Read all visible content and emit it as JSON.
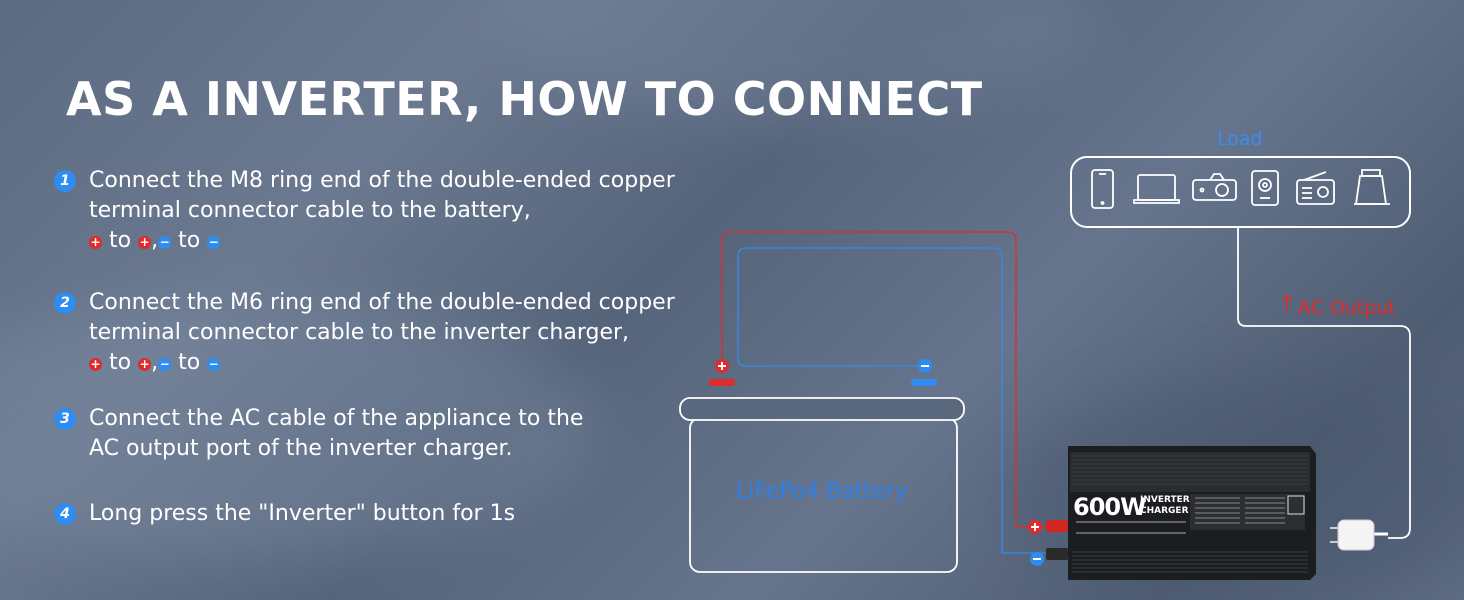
{
  "title": "AS A INVERTER, HOW TO CONNECT",
  "steps": [
    {
      "num": "1",
      "line1": "Connect the M8 ring end of the double-ended copper",
      "line2": "terminal connector cable to the battery,",
      "has_polarity": true
    },
    {
      "num": "2",
      "line1": "Connect the M6 ring end of the double-ended copper",
      "line2": "terminal connector cable to the inverter charger,",
      "has_polarity": true
    },
    {
      "num": "3",
      "line1": "Connect the AC cable of the appliance to the",
      "line2": "AC output port of the inverter charger.",
      "has_polarity": false
    },
    {
      "num": "4",
      "line1": "Long press the \"Inverter\" button for 1s",
      "line2": "",
      "has_polarity": false
    }
  ],
  "polarity": {
    "pos_symbol": "+",
    "neg_symbol": "−",
    "to": "to",
    "sep": ","
  },
  "diagram": {
    "battery_label": "LiFePo4 Battery",
    "load_label": "Load",
    "ac_output_label": "AC Output",
    "inverter_brand": "600W",
    "inverter_line1": "INVERTER",
    "inverter_line2": "CHARGER",
    "load_icons": [
      "phone-icon",
      "laptop-icon",
      "projector-icon",
      "speaker-icon",
      "radio-icon",
      "kettle-icon"
    ]
  },
  "colors": {
    "accent_blue": "#2f8cf0",
    "positive_red": "#e02b2b",
    "battery_label": "#2f7fe8"
  }
}
